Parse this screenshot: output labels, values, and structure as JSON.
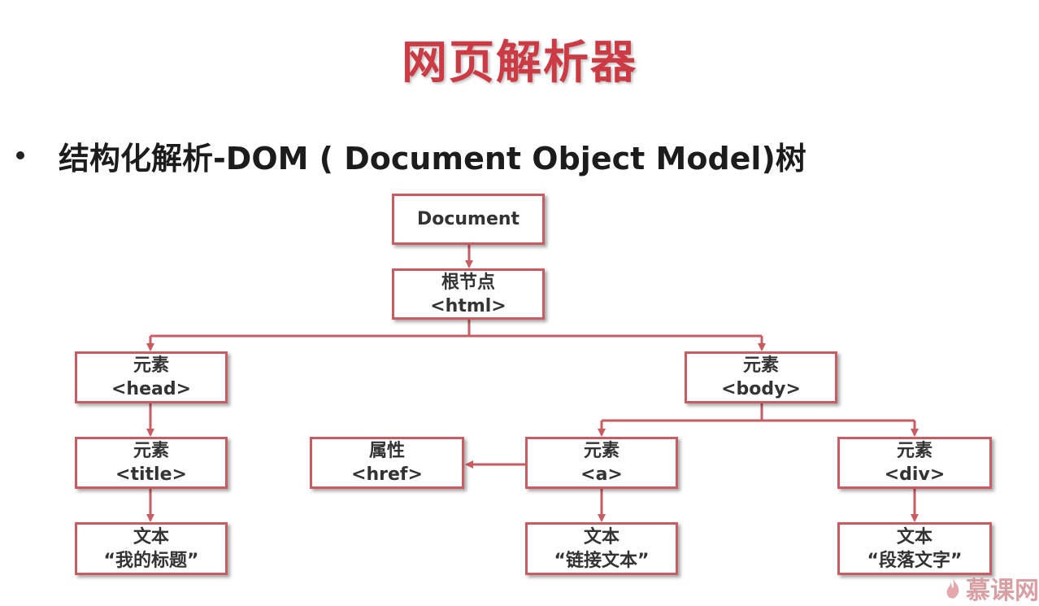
{
  "slide": {
    "title": "网页解析器",
    "bullet": "结构化解析-DOM ( Document Object Model)树"
  },
  "tree": {
    "document": {
      "line1": "Document"
    },
    "html": {
      "line1": "根节点",
      "line2": "<html>"
    },
    "head": {
      "line1": "元素",
      "line2": "<head>"
    },
    "body": {
      "line1": "元素",
      "line2": "<body>"
    },
    "title": {
      "line1": "元素",
      "line2": "<title>"
    },
    "href": {
      "line1": "属性",
      "line2": "<href>"
    },
    "a": {
      "line1": "元素",
      "line2": "<a>"
    },
    "div": {
      "line1": "元素",
      "line2": "<div>"
    },
    "title_text": {
      "line1": "文本",
      "line2": "“我的标题”"
    },
    "a_text": {
      "line1": "文本",
      "line2": "“链接文本”"
    },
    "div_text": {
      "line1": "文本",
      "line2": "“段落文字”"
    }
  },
  "watermark": {
    "text": "慕课网"
  },
  "colors": {
    "title": "#cc3a44",
    "node_border": "#c95b62",
    "connector": "#c95b62",
    "watermark": "#d9a0a4"
  },
  "icons": {
    "watermark_logo": "flame-icon"
  }
}
